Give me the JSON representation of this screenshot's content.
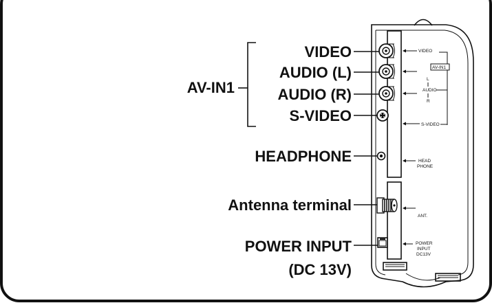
{
  "labels": {
    "av_in1": "AV-IN1",
    "video": "VIDEO",
    "audio_l": "AUDIO (L)",
    "audio_r": "AUDIO (R)",
    "s_video": "S-VIDEO",
    "headphone": "HEADPHONE",
    "antenna": "Antenna terminal",
    "power_input": "POWER INPUT",
    "power_spec": "(DC 13V)"
  },
  "panel_markings": {
    "video": "VIDEO",
    "av_in1": "AV-IN1",
    "l": "L",
    "audio": "AUDIO",
    "r": "R",
    "s_video": "S-VIDEO",
    "head": "HEAD",
    "phone": "PHONE",
    "ant": "ANT.",
    "power": "POWER",
    "input": "INPUT",
    "dc13v": "DC13V"
  }
}
